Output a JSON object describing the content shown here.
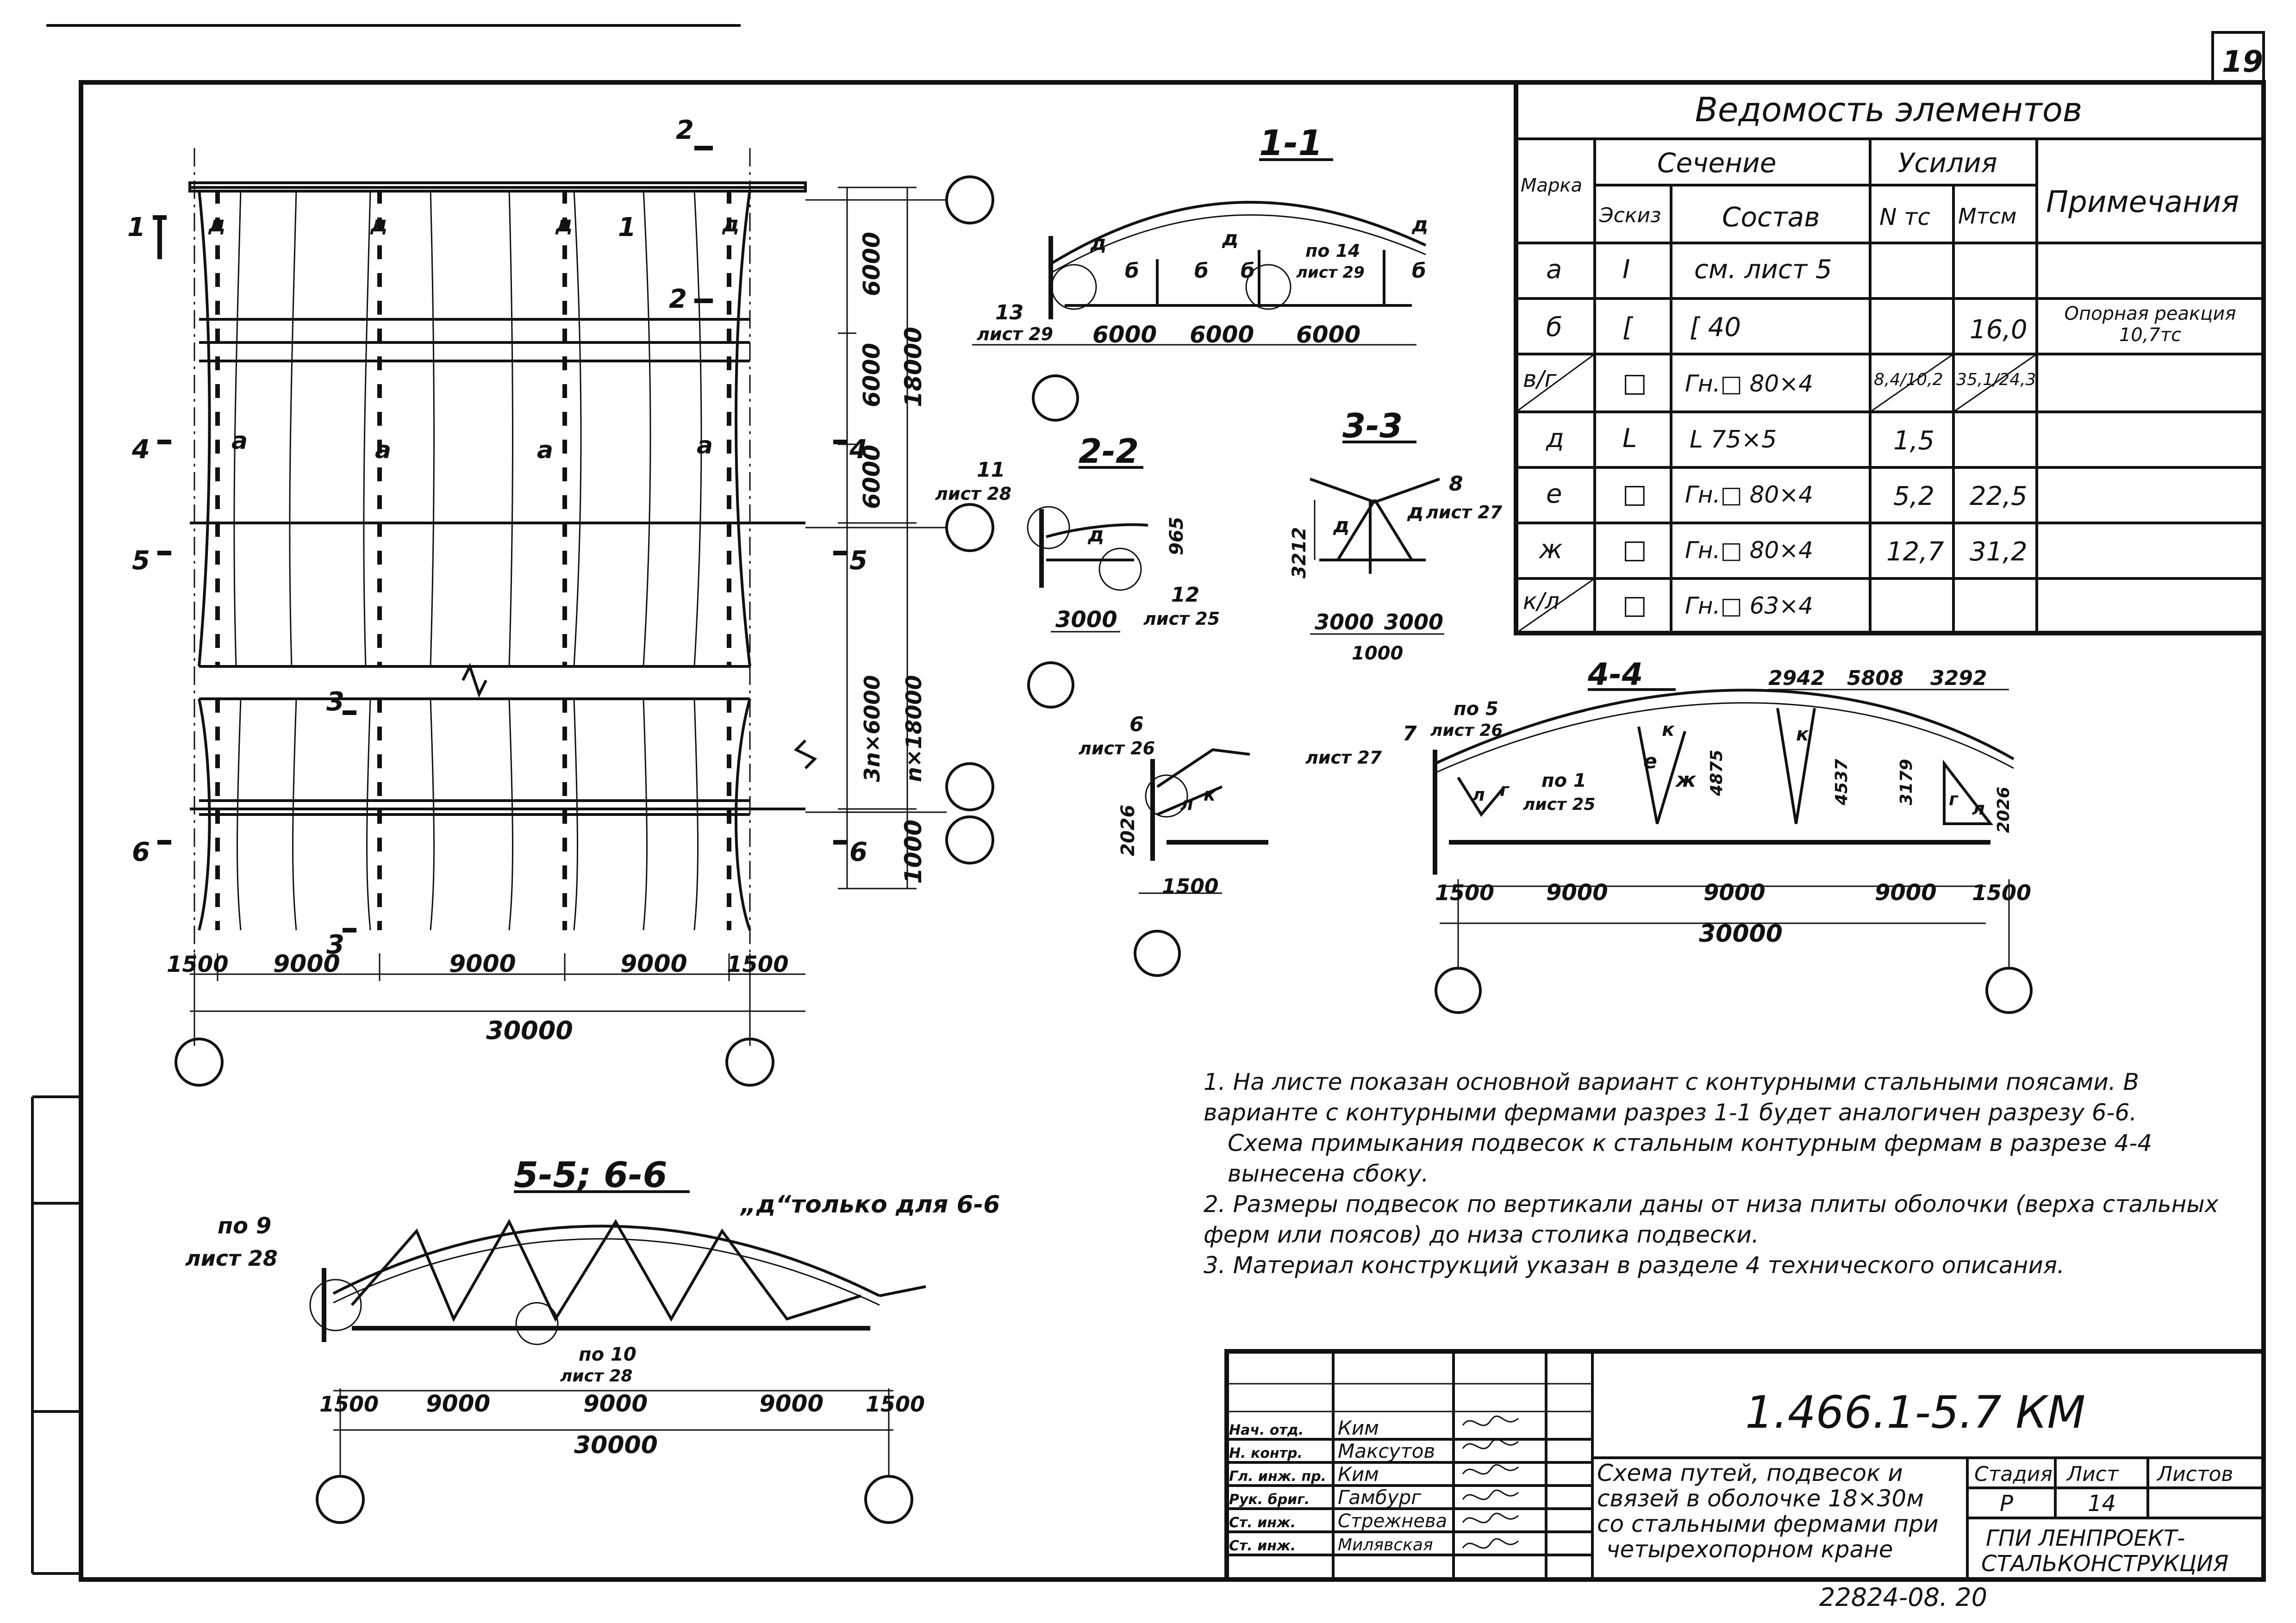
{
  "sheet_number": "19",
  "sections": {
    "s11": "1-1",
    "s22": "2-2",
    "s33": "3-3",
    "s44": "4-4",
    "s5566": "5-5; 6-6",
    "d_only_66": "„д“только для 6-6"
  },
  "plan": {
    "dim_total": "30000",
    "dims_bottom": [
      "1500",
      "9000",
      "9000",
      "9000",
      "1500"
    ],
    "dims_right": [
      "6000",
      "6000",
      "6000",
      "1000"
    ],
    "dim_18000": "18000",
    "dim_3n": "3n×6000",
    "dim_n18000": "n×18000",
    "labels_a": [
      "а",
      "а",
      "а",
      "а"
    ],
    "labels_d": [
      "д",
      "д",
      "д",
      "д"
    ],
    "cut_labels": [
      "1",
      "2",
      "2",
      "3",
      "3",
      "4",
      "4",
      "5",
      "5",
      "6",
      "6",
      "1"
    ]
  },
  "s11_view": {
    "dims": [
      "6000",
      "6000",
      "6000"
    ],
    "ref_13": "13",
    "ref_13_sheet": "лист 29",
    "ref_14": "по 14",
    "ref_14_sheet": "лист 29",
    "labels": [
      "б",
      "б",
      "б",
      "б",
      "д",
      "д",
      "д"
    ]
  },
  "s22_view": {
    "ref": "11",
    "ref_sheet": "лист 28",
    "ref2": "12",
    "ref2_sheet": "лист 25",
    "dim": "3000",
    "dim_v": "965",
    "label": "д"
  },
  "s33_view": {
    "ref": "8",
    "ref_sheet": "лист 27",
    "dims": [
      "3000",
      "3000"
    ],
    "dim_sub": "1000",
    "dim_v": "3212",
    "labels": [
      "д",
      "д"
    ]
  },
  "s6_view": {
    "ref": "6",
    "ref_sheet": "лист 26",
    "dim_v": "2026",
    "dim": "1500",
    "labels": [
      "л",
      "к"
    ]
  },
  "s44_view": {
    "ref7": "7",
    "ref7_sheet": "лист 27",
    "ref5": "по 5",
    "ref5_sheet": "лист 26",
    "ref1": "по 1",
    "ref1_sheet": "лист 25",
    "top_dims": [
      "2942",
      "5808",
      "3292"
    ],
    "v_dims": [
      "4875",
      "4537",
      "3179",
      "2026"
    ],
    "dims": [
      "1500",
      "9000",
      "9000",
      "9000",
      "1500"
    ],
    "total": "30000",
    "labels": [
      "е",
      "ж",
      "к",
      "к",
      "л",
      "г",
      "г",
      "л"
    ]
  },
  "s56_view": {
    "ref9": "по 9",
    "ref9_sheet": "лист 28",
    "ref10": "по 10",
    "ref10_sheet": "лист 28",
    "dims": [
      "1500",
      "9000",
      "9000",
      "9000",
      "1500"
    ],
    "total": "30000"
  },
  "table": {
    "title": "Ведомость элементов",
    "h_mark": "Марка",
    "h_section": "Сечение",
    "h_sketch": "Эскиз",
    "h_comp": "Состав",
    "h_force": "Усилия",
    "h_n": "N тс",
    "h_m": "Мтсм",
    "h_note": "Примечания",
    "rows": [
      {
        "mark": "а",
        "sketch": "I",
        "comp": "см. лист 5",
        "n": "",
        "m": "",
        "note": ""
      },
      {
        "mark": "б",
        "sketch": "[",
        "comp": "[ 40",
        "n": "",
        "m": "16,0",
        "note": "Опорная реакция 10,7тс"
      },
      {
        "mark": "в/г",
        "sketch": "□",
        "comp": "Гн.□ 80×4",
        "n": "8,4/10,2",
        "m": "35,1/24,3",
        "note": ""
      },
      {
        "mark": "д",
        "sketch": "L",
        "comp": "L 75×5",
        "n": "1,5",
        "m": "",
        "note": ""
      },
      {
        "mark": "е",
        "sketch": "□",
        "comp": "Гн.□ 80×4",
        "n": "5,2",
        "m": "22,5",
        "note": ""
      },
      {
        "mark": "ж",
        "sketch": "□",
        "comp": "Гн.□ 80×4",
        "n": "12,7",
        "m": "31,2",
        "note": ""
      },
      {
        "mark": "к/л",
        "sketch": "□",
        "comp": "Гн.□ 63×4",
        "n": "",
        "m": "",
        "note": ""
      }
    ]
  },
  "notes": [
    "1. На листе показан основной вариант с контурными стальными поясами. В варианте с контурными фермами разрез 1-1 будет аналогичен разрезу 6-6.",
    "Схема примыкания подвесок к стальным контурным фермам в разрезе 4-4 вынесена сбоку.",
    "2. Размеры подвесок по вертикали даны от низа плиты оболочки (верха стальных ферм или поясов) до низа столика подвески.",
    "3. Материал конструкций указан в разделе 4 технического описания."
  ],
  "title_block": {
    "code": "1.466.1-5.7 КМ",
    "title_lines": [
      "Схема путей, подвесок и",
      "связей в оболочке 18×30м",
      "со стальными фермами при",
      "четырехопорном кране"
    ],
    "stage_h": "Стадия",
    "sheet_h": "Лист",
    "sheets_h": "Листов",
    "stage": "Р",
    "sheet": "14",
    "sheets": "",
    "org": [
      "ГПИ ЛЕНПРОЕКТ-",
      "СТАЛЬКОНСТРУКЦИЯ"
    ],
    "roles": [
      "Нач. отд.",
      "Н. контр.",
      "Гл. инж. пр.",
      "Рук. бриг.",
      "Ст. инж.",
      "Ст. инж."
    ],
    "names": [
      "Ким",
      "Максутов",
      "Ким",
      "Гамбург",
      "Стрежнева",
      "Милявская"
    ]
  },
  "footer_num": "22824-08.  20"
}
